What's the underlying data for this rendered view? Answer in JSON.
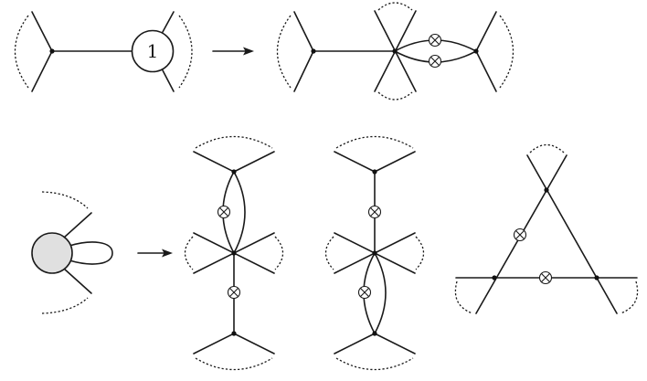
{
  "figure": {
    "description": "Feynman-style diagram expansions with vertices, insertion markers and dashed boundary arcs",
    "colors": {
      "line": "#1a1a1a",
      "blob_fill": "#e0e0e0",
      "background": "#ffffff"
    },
    "top_row": {
      "left_diagram": {
        "blob_label": "1"
      },
      "arrow": "right-arrow",
      "right_diagram": {
        "insertion_markers": 2
      }
    },
    "bottom_row": {
      "left_diagram": {
        "blob": "gray-blob-with-loop"
      },
      "arrow": "right-arrow",
      "result_diagrams": [
        {
          "name": "vertical-chain-double-line-top",
          "insertion_markers": 2
        },
        {
          "name": "vertical-chain-double-line-bottom",
          "insertion_markers": 2
        },
        {
          "name": "triangle",
          "insertion_markers": 2
        }
      ]
    }
  }
}
